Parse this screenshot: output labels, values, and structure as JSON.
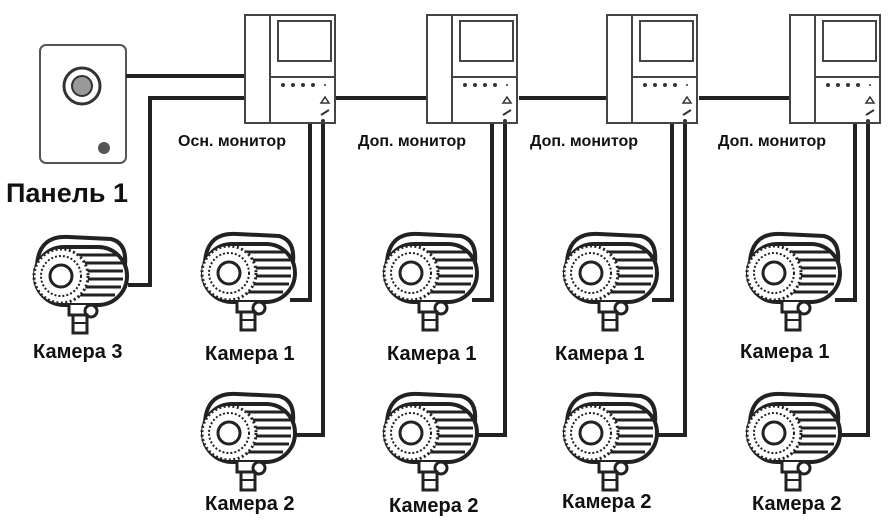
{
  "panel": {
    "label": "Панель 1"
  },
  "monitors": [
    {
      "label": "Осн. монитор"
    },
    {
      "label": "Доп. монитор"
    },
    {
      "label": "Доп. монитор"
    },
    {
      "label": "Доп. монитор"
    }
  ],
  "cameras": {
    "panel_camera": "Камера 3",
    "columns": [
      {
        "cam1": "Камера 1",
        "cam2": "Камера 2"
      },
      {
        "cam1": "Камера 1",
        "cam2": "Камера 2"
      },
      {
        "cam1": "Камера 1",
        "cam2": "Камера 2"
      },
      {
        "cam1": "Камера 1",
        "cam2": "Камера 2"
      }
    ]
  },
  "colors": {
    "line": "#222222",
    "background": "#ffffff"
  }
}
